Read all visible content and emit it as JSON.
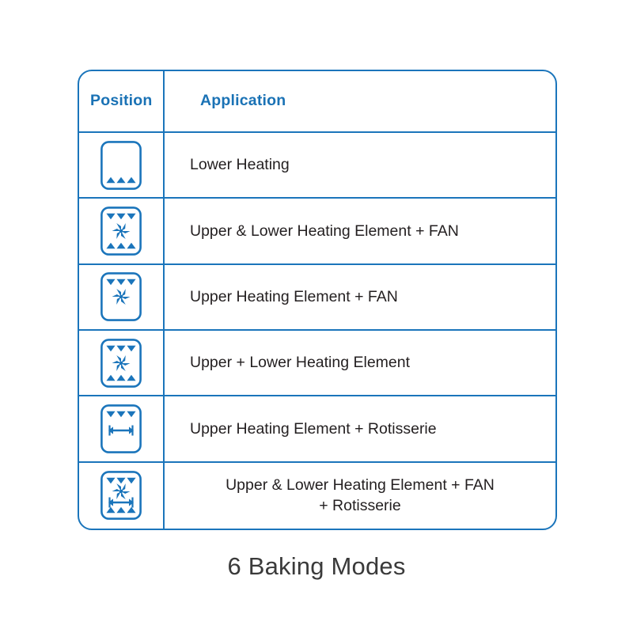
{
  "colors": {
    "brand_blue": "#1b75bb",
    "header_text": "#1a72b5",
    "body_text": "#231f20",
    "caption_text": "#3a3a3a",
    "background": "#ffffff"
  },
  "table": {
    "headers": {
      "position": "Position",
      "application": "Application"
    },
    "rows": [
      {
        "icon_name": "oven-mode-lower-heating-icon",
        "icon_parts": {
          "top_triangles": false,
          "fan": false,
          "rotisserie": false,
          "bottom_triangles": true
        },
        "application": "Lower Heating",
        "centered": false
      },
      {
        "icon_name": "oven-mode-upper-lower-heating-fan-icon",
        "icon_parts": {
          "top_triangles": true,
          "fan": true,
          "rotisserie": false,
          "bottom_triangles": true
        },
        "application": "Upper & Lower Heating Element + FAN",
        "centered": false
      },
      {
        "icon_name": "oven-mode-upper-heating-fan-icon",
        "icon_parts": {
          "top_triangles": true,
          "fan": true,
          "rotisserie": false,
          "bottom_triangles": false
        },
        "application": "Upper Heating Element + FAN",
        "centered": false
      },
      {
        "icon_name": "oven-mode-upper-lower-heating-icon",
        "icon_parts": {
          "top_triangles": true,
          "fan": true,
          "rotisserie": false,
          "bottom_triangles": true
        },
        "application": "Upper + Lower Heating Element",
        "centered": false
      },
      {
        "icon_name": "oven-mode-upper-heating-rotisserie-icon",
        "icon_parts": {
          "top_triangles": true,
          "fan": false,
          "rotisserie": true,
          "bottom_triangles": false
        },
        "application": "Upper Heating Element + Rotisserie",
        "centered": false
      },
      {
        "icon_name": "oven-mode-upper-lower-heating-fan-rotisserie-icon",
        "icon_parts": {
          "top_triangles": true,
          "fan": true,
          "rotisserie": true,
          "bottom_triangles": true
        },
        "application": "Upper & Lower Heating Element + FAN\n+ Rotisserie",
        "centered": true
      }
    ]
  },
  "caption": "6 Baking Modes"
}
